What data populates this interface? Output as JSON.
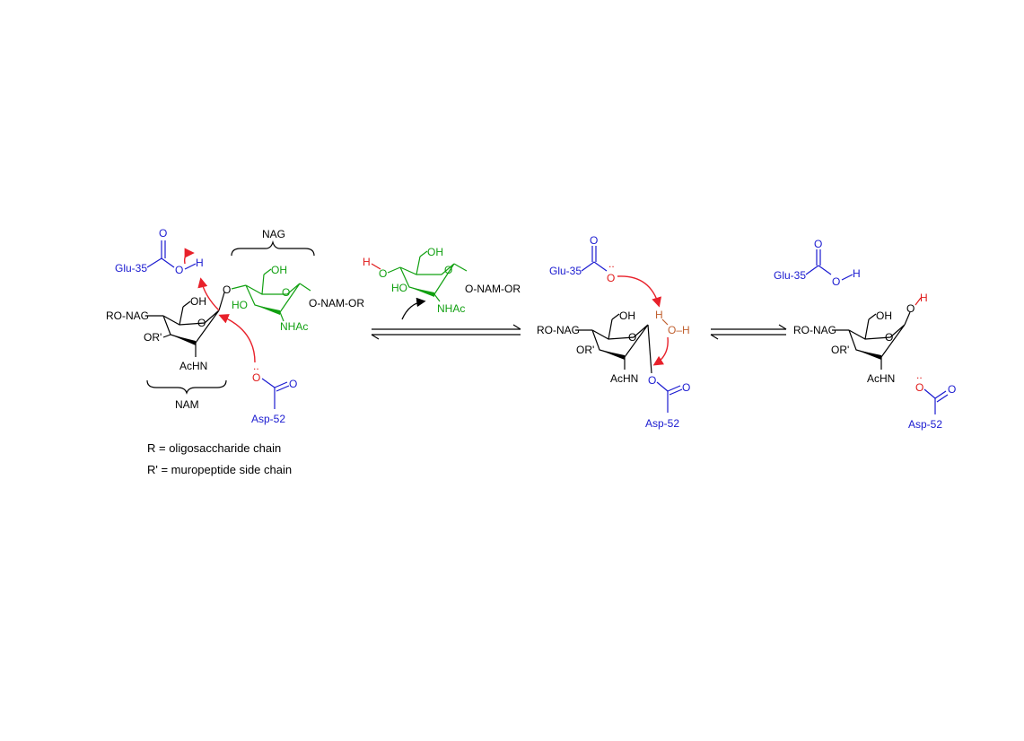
{
  "colors": {
    "black": "#000000",
    "blue": "#1a1ad0",
    "green": "#11a011",
    "red": "#e01a1a",
    "brown": "#c06030",
    "arrow_red": "#e8202a"
  },
  "labels": {
    "nag": "NAG",
    "nam": "NAM",
    "glu35": "Glu-35",
    "asp52": "Asp-52",
    "ro_nag": "RO-NAG",
    "or_prime": "OR'",
    "achn": "AcHN",
    "oh": "OH",
    "ho": "HO",
    "nhac": "NHAc",
    "o_nam_or": "O-NAM-OR",
    "o": "O",
    "h": "H",
    "lone_pair": "..",
    "o_h": "O–H"
  },
  "legend": {
    "r_def": "R = oligosaccharide chain",
    "r_prime_def": "R' = muropeptide side chain"
  }
}
